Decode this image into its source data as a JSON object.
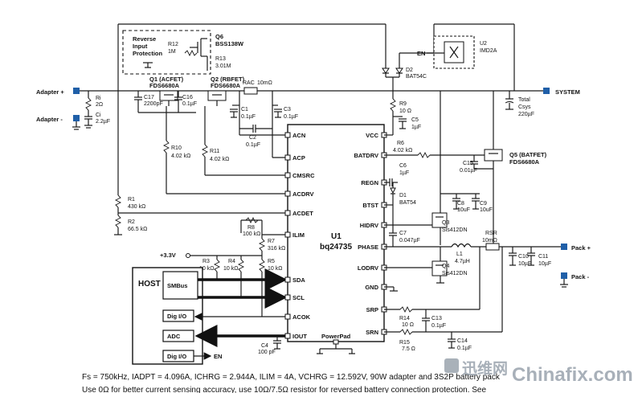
{
  "ports": {
    "adapter_plus": "Adapter +",
    "adapter_minus": "Adapter -",
    "system": "SYSTEM",
    "pack_plus": "Pack +",
    "pack_minus": "Pack -",
    "v33": "+3.3V",
    "en": "EN",
    "en2": "EN"
  },
  "colors": {
    "port": "#1f5fa8",
    "wire": "#1a1a1a"
  },
  "rpp": {
    "title1": "Reverse",
    "title2": "Input",
    "title3": "Protection",
    "r12_name": "R12",
    "r12_val": "1M",
    "r13_name": "R13",
    "r13_val": "3.01M",
    "q6_name": "Q6",
    "q6_part": "BSS138W"
  },
  "comps": {
    "ri_name": "Ri",
    "ri_val": "2Ω",
    "ci_name": "Ci",
    "ci_val": "2.2µF",
    "q1_name": "Q1 (ACFET)",
    "q1_part": "FDS6680A",
    "q2_name": "Q2 (RBFET)",
    "q2_part": "FDS6680A",
    "c17_name": "C17",
    "c17_val": "2200pF",
    "c16_name": "C16",
    "c16_val": "0.1µF",
    "rac": "RAC",
    "rac_val": "10mΩ",
    "c1_name": "C1",
    "c1_val": "0.1µF",
    "c3_name": "C3",
    "c3_val": "0.1µF",
    "c2_name": "C2",
    "c2_val": "0.1µF",
    "r10_name": "R10",
    "r10_val": "4.02 kΩ",
    "r11_name": "R11",
    "r11_val": "4.02 kΩ",
    "r1_name": "R1",
    "r1_val": "430 kΩ",
    "r2_name": "R2",
    "r2_val": "66.5 kΩ",
    "r8_name": "R8",
    "r8_val": "100 kΩ",
    "r7_name": "R7",
    "r7_val": "316 kΩ",
    "r3_name": "R3",
    "r3_val": "10 kΩ",
    "r4_name": "R4",
    "r4_val": "10 kΩ",
    "r5_name": "R5",
    "r5_val": "10 kΩ",
    "c4_name": "C4",
    "c4_val": "100 pF",
    "d2_name": "D2",
    "d2_part": "BAT54C",
    "u2_name": "U2",
    "u2_part": "IMD2A",
    "csys_name": "Total",
    "csys_name2": "Csys",
    "csys_val": "220µF",
    "r9_name": "R9",
    "r9_val": "10 Ω",
    "c5_name": "C5",
    "c5_val": "1µF",
    "r6_name": "R6",
    "r6_val": "4.02 kΩ",
    "q5_name": "Q5 (BATFET)",
    "q5_part": "FDS6680A",
    "c15_name": "C15",
    "c15_val": "0.01µF",
    "c6_name": "C6",
    "c6_val": "1µF",
    "d1_name": "D1",
    "d1_part": "BAT54",
    "c8_name": "C8",
    "c8_val": "10uF",
    "c9_name": "C9",
    "c9_val": "10uF",
    "q3_name": "Q3",
    "q3_part": "Sis412DN",
    "c7_name": "C7",
    "c7_val": "0.047µF",
    "l1_name": "L1",
    "l1_val": "4.7µH",
    "rsr_name": "RSR",
    "rsr_val": "10mΩ",
    "c10_name": "C10",
    "c10_val": "10µF",
    "c11_name": "C11",
    "c11_val": "10µF",
    "q4_name": "Q4",
    "q4_part": "Sis412DN",
    "r14_name": "R14",
    "r14_val": "10 Ω",
    "c13_name": "C13",
    "c13_val": "0.1µF",
    "r15_name": "R15",
    "r15_val": "7.5 Ω",
    "c14_name": "C14",
    "c14_val": "0.1µF",
    "powerpad": "PowerPad"
  },
  "u1": {
    "name": "U1",
    "part": "bq24735",
    "pins_left": [
      "ACN",
      "ACP",
      "CMSRC",
      "ACDRV",
      "ACDET",
      "ILIM",
      "SDA",
      "SCL",
      "ACOK",
      "IOUT"
    ],
    "pins_right": [
      "VCC",
      "BATDRV",
      "REGN",
      "BTST",
      "HIDRV",
      "PHASE",
      "LODRV",
      "GND",
      "SRP",
      "SRN"
    ]
  },
  "host": {
    "title": "HOST",
    "smbus": "SMBus",
    "digio1": "Dig I/O",
    "adc": "ADC",
    "digio2": "Dig I/O"
  },
  "footnote": {
    "line1": "Fs = 750kHz, IADPT = 4.096A, ICHRG = 2.944A, ILIM = 4A, VCHRG = 12.592V, 90W adapter and 3S2P battery pack",
    "line2": "Use 0Ω for better current sensing accuracy, use 10Ω/7.5Ω resistor for reversed battery connection protection. See"
  },
  "watermark": {
    "cn": "迅维网",
    "en": "Chinafix.com"
  }
}
